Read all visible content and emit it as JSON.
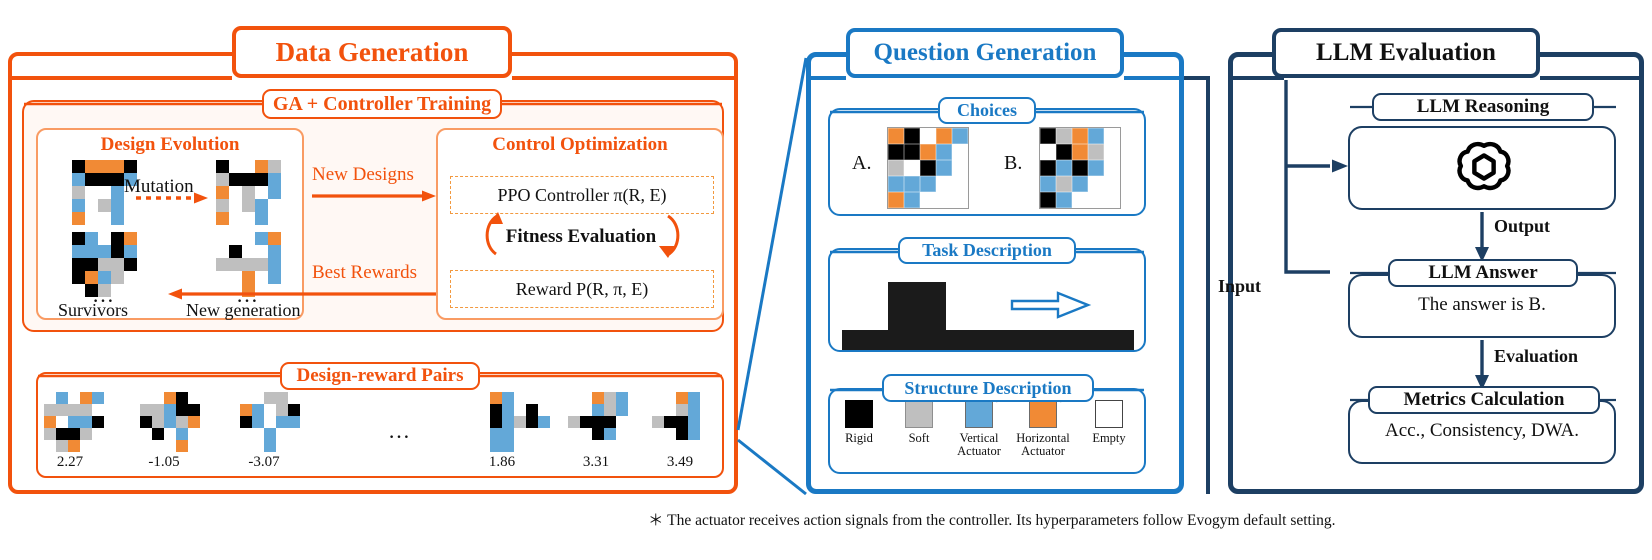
{
  "colors": {
    "orange": "#f2520d",
    "blue": "#1a79c4",
    "navy": "#1d3f63",
    "rigid": "#000000",
    "soft": "#bfbfbf",
    "vertical": "#63a8d8",
    "horizontal": "#f18a35",
    "empty": "#ffffff"
  },
  "data_generation": {
    "title": "Data Generation",
    "ga_title": "GA + Controller Training",
    "design_evolution": {
      "title": "Design Evolution",
      "mutation_label": "Mutation",
      "left_caption": "Survivors",
      "right_caption": "New generation",
      "ellipsis": "…"
    },
    "control_optimization": {
      "title": "Control Optimization",
      "ppo": "PPO Controller π(R, E)",
      "fitness": "Fitness Evaluation",
      "reward": "Reward P(R, π, E)"
    },
    "arrows": {
      "new_designs": "New Designs",
      "best_rewards": "Best Rewards"
    },
    "design_reward_pairs": {
      "title": "Design-reward Pairs",
      "ellipsis": "…",
      "values": [
        "2.27",
        "-1.05",
        "-3.07",
        "1.86",
        "3.31",
        "3.49"
      ]
    }
  },
  "question_generation": {
    "title": "Question Generation",
    "choices": {
      "title": "Choices",
      "labels": [
        "A.",
        "B."
      ]
    },
    "task_description": {
      "title": "Task Description"
    },
    "structure_description": {
      "title": "Structure Description",
      "legend": [
        {
          "name": "Rigid",
          "color": "#000000",
          "star": ""
        },
        {
          "name": "Soft",
          "color": "#bfbfbf",
          "star": ""
        },
        {
          "name": "Vertical Actuator",
          "color": "#63a8d8",
          "star": "*"
        },
        {
          "name": "Horizontal Actuator",
          "color": "#f18a35",
          "star": "*"
        },
        {
          "name": "Empty",
          "color": "#ffffff",
          "star": ""
        }
      ]
    }
  },
  "llm_evaluation": {
    "title": "LLM Evaluation",
    "reasoning_title": "LLM Reasoning",
    "reasoning_icon": "openai-logo-icon",
    "answer_title": "LLM Answer",
    "answer_text": "The answer is B.",
    "metrics_title": "Metrics Calculation",
    "metrics_text": "Acc., Consistency, DWA.",
    "edges": {
      "input": "Input",
      "output": "Output",
      "evaluation": "Evaluation"
    }
  },
  "footnote": "＊ The actuator receives action signals from the controller. Its hyperparameters follow Evogym default setting."
}
